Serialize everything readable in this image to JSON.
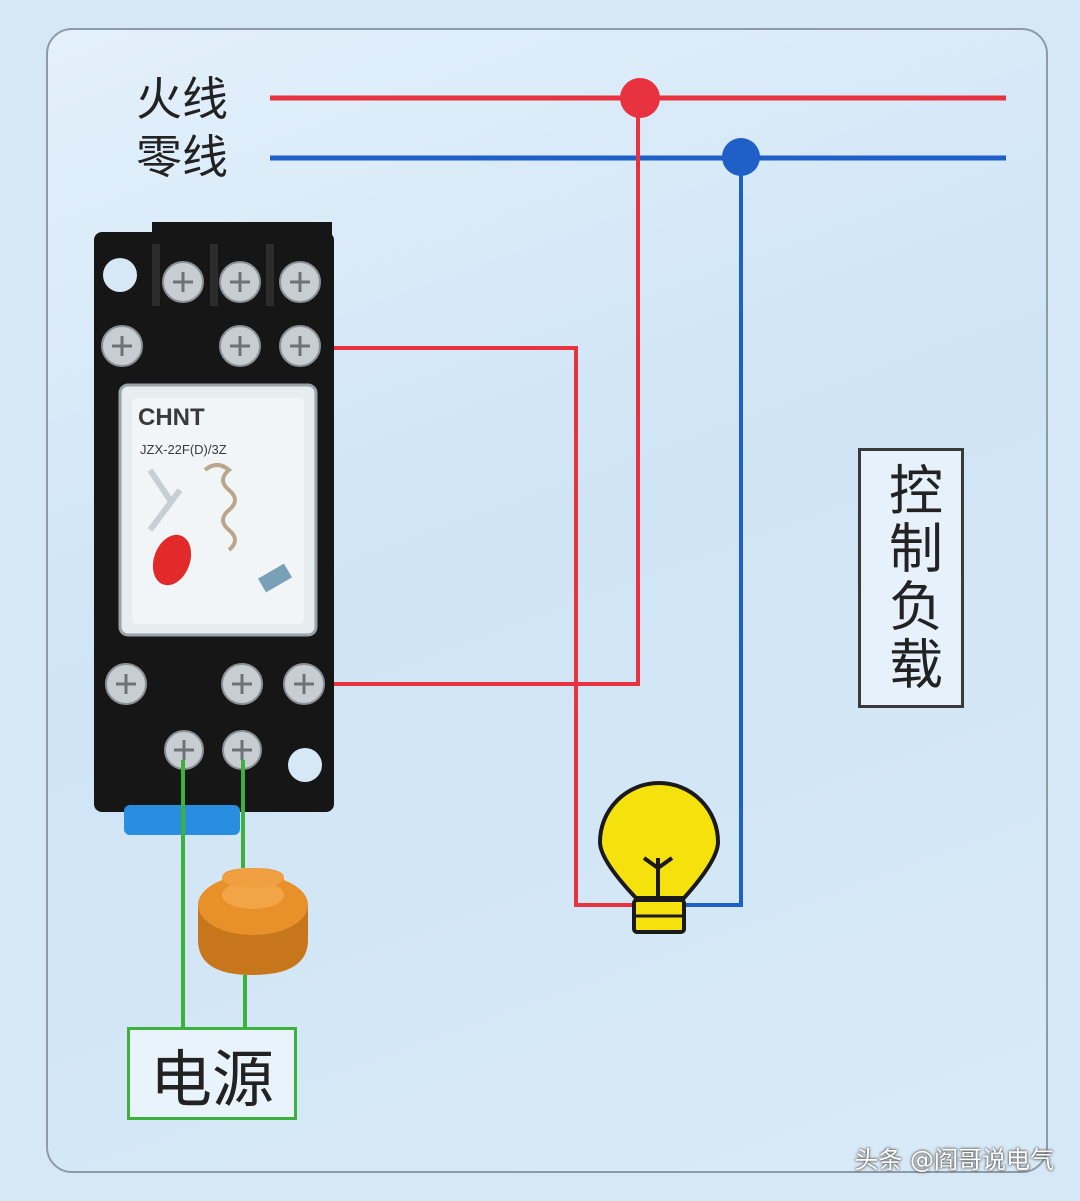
{
  "labels": {
    "live_wire": "火线",
    "neutral_wire": "零线",
    "control_load": "控制负载",
    "power_source": "电源"
  },
  "relay": {
    "brand": "CHNT",
    "model": "JZX-22F(D)/3Z"
  },
  "watermark": "头条 @阎哥说电气",
  "colors": {
    "live": "#e8323f",
    "neutral": "#1f5fc8",
    "control": "#3cb23c",
    "bulb": "#f5e10c",
    "button": "#e8902a",
    "relay_body": "#1a1a1a"
  }
}
